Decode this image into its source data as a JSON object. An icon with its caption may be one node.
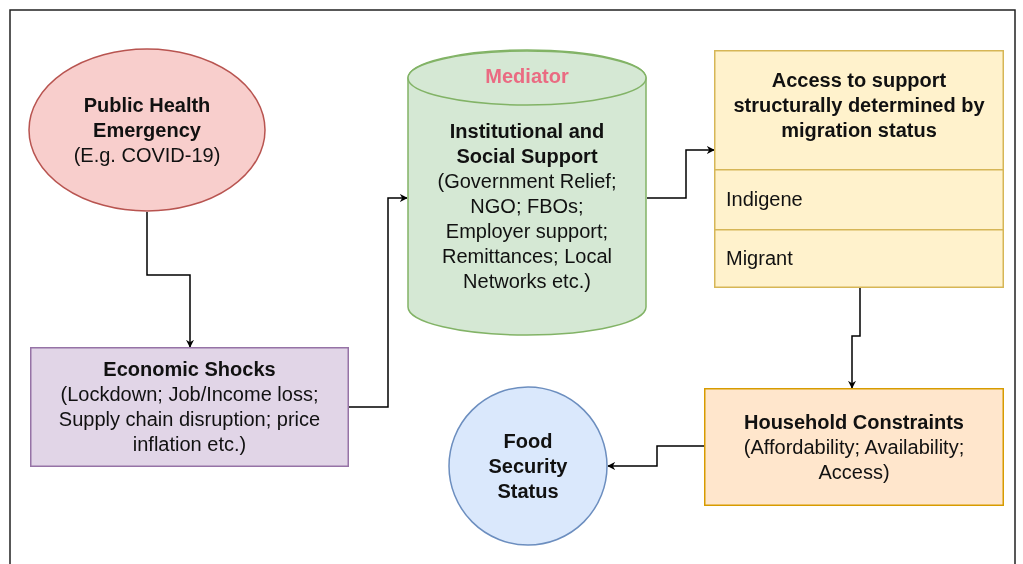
{
  "diagram": {
    "nodes": [
      {
        "text": [
          "Public Health Emergency",
          "(E.g. COVID-19)"
        ]
      },
      {
        "text": [
          "Economic Shocks",
          "(Lockdown; Job/Income loss; Supply chain disruption; price inflation etc.)"
        ]
      },
      {
        "text": [
          "Mediator",
          "Institutional and Social Support",
          "(Government Relief; NGO; FBOs; Employer support; Remittances; Local Networks etc.)"
        ]
      },
      {
        "text": [
          "Access to support structurally determined by migration status"
        ]
      },
      {
        "text": [
          "Indigene"
        ],
        "in": 3
      },
      {
        "text": [
          "Migrant"
        ],
        "in": 3
      },
      {
        "text": [
          "Household Constraints",
          "(Affordability; Availability; Access)"
        ]
      },
      {
        "text": [
          "Food Security Status"
        ]
      }
    ],
    "edges": [
      {
        "from": 0,
        "to": 1,
        "arrow": "to"
      },
      {
        "from": 1,
        "to": 2,
        "arrow": "to"
      },
      {
        "from": 2,
        "to": 3,
        "arrow": "to"
      },
      {
        "from": 3,
        "to": 6,
        "arrow": "to"
      },
      {
        "from": 6,
        "to": 7,
        "arrow": "to"
      }
    ]
  }
}
